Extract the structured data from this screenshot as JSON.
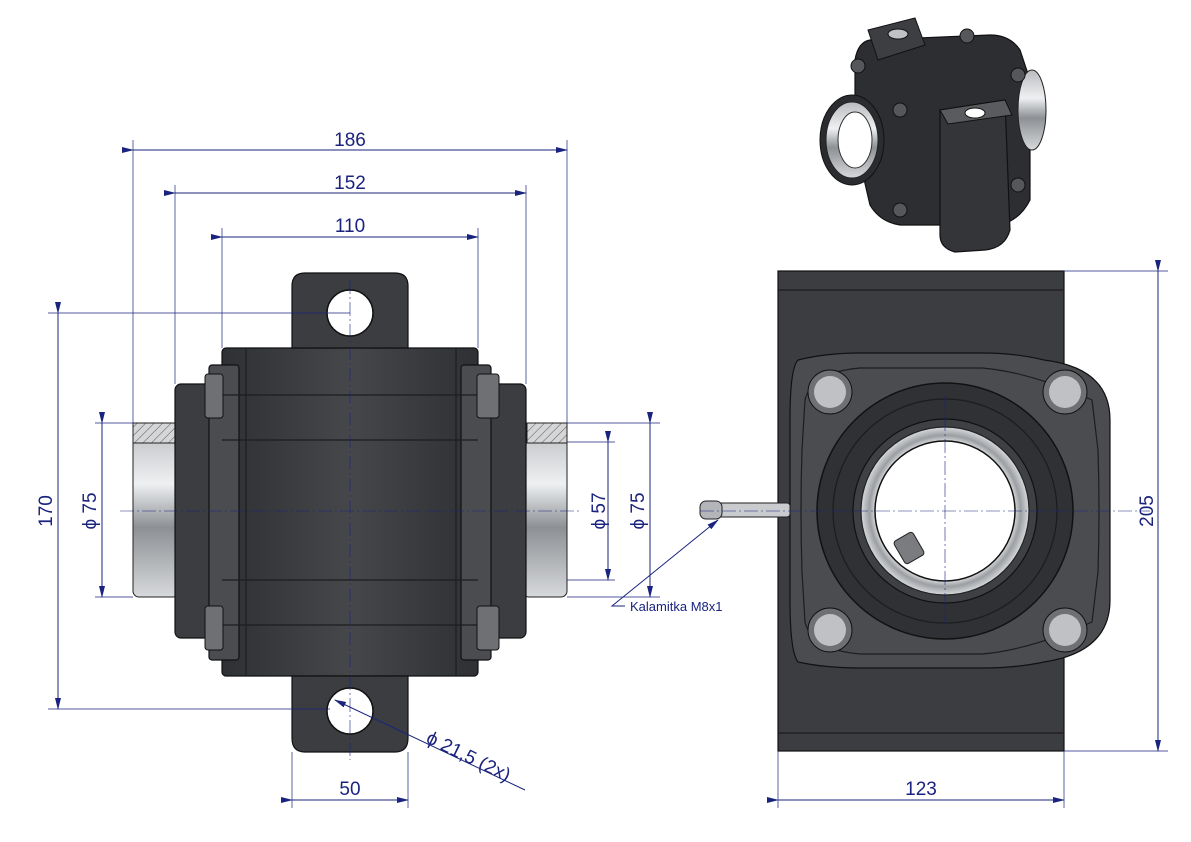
{
  "dimensions": {
    "width_186": "186",
    "width_152": "152",
    "width_110": "110",
    "height_170": "170",
    "dia_75_left": "ϕ 75",
    "dia_57": "ϕ 57",
    "dia_75_right": "ϕ 75",
    "hole_dia": "ϕ 21,5  (2x)",
    "width_50": "50",
    "height_205": "205",
    "width_123": "123"
  },
  "annotations": {
    "grease_nipple": "Kalamitka M8x1"
  }
}
